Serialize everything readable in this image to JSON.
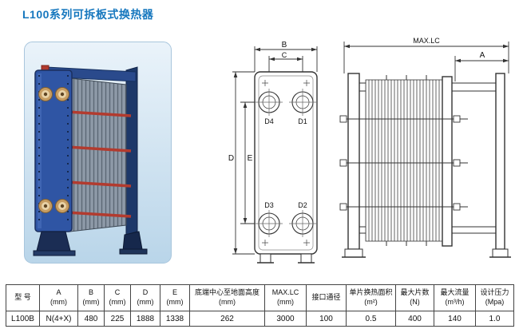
{
  "page": {
    "title": "L100系列可拆板式换热器"
  },
  "drawings": {
    "front": {
      "dim_b": "B",
      "dim_c": "C",
      "dim_d": "D",
      "dim_e": "E",
      "port_d1": "D1",
      "port_d2": "D2",
      "port_d3": "D3",
      "port_d4": "D4"
    },
    "side": {
      "dim_max_lc": "MAX.LC",
      "dim_a": "A"
    }
  },
  "spec_table": {
    "headers": [
      {
        "title": "型 号",
        "unit": ""
      },
      {
        "title": "A",
        "unit": "(mm)"
      },
      {
        "title": "B",
        "unit": "(mm)"
      },
      {
        "title": "C",
        "unit": "(mm)"
      },
      {
        "title": "D",
        "unit": "(mm)"
      },
      {
        "title": "E",
        "unit": "(mm)"
      },
      {
        "title": "底端中心至地面高度",
        "unit": "(mm)"
      },
      {
        "title": "MAX.LC",
        "unit": "(mm)"
      },
      {
        "title": "接口通径",
        "unit": ""
      },
      {
        "title": "单片换热面积",
        "unit": "(m²)"
      },
      {
        "title": "最大片数",
        "unit": "(N)"
      },
      {
        "title": "最大流量",
        "unit": "(m³/h)"
      },
      {
        "title": "设计压力",
        "unit": "(Mpa)"
      }
    ],
    "rows": [
      [
        "L100B",
        "N(4+X)",
        "480",
        "225",
        "1888",
        "1338",
        "262",
        "3000",
        "100",
        "0.5",
        "400",
        "140",
        "1.0"
      ]
    ]
  }
}
